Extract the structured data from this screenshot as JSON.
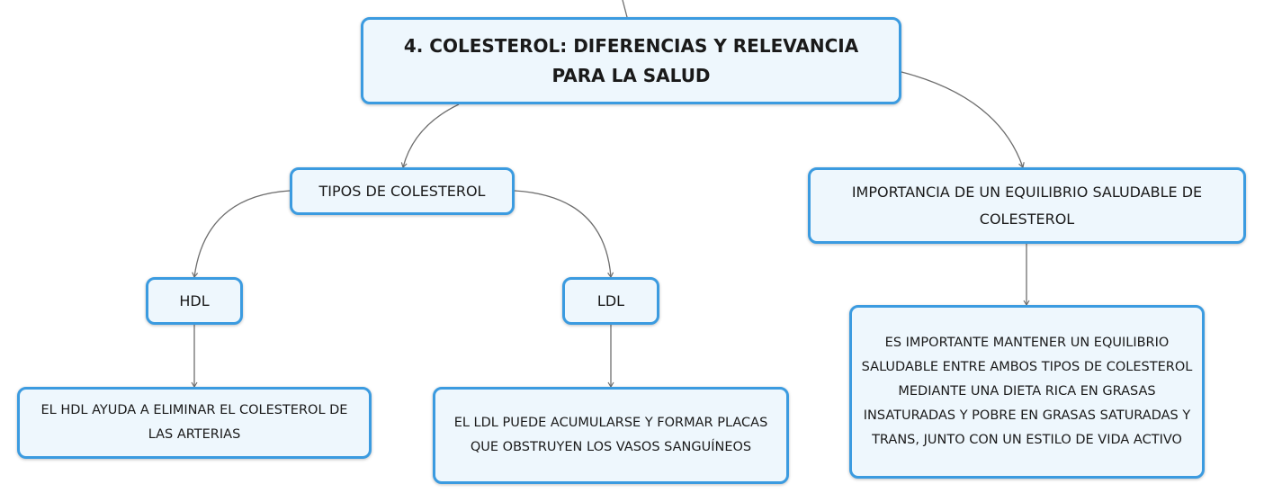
{
  "diagram": {
    "root": {
      "title": "4. COLESTEROL: DIFERENCIAS Y RELEVANCIA PARA LA SALUD"
    },
    "branches": [
      {
        "label": "TIPOS DE COLESTEROL",
        "children": [
          {
            "label": "HDL",
            "description": "EL HDL AYUDA A ELIMINAR EL COLESTEROL DE LAS ARTERIAS"
          },
          {
            "label": "LDL",
            "description": "EL LDL PUEDE ACUMULARSE Y FORMAR PLACAS QUE OBSTRUYEN LOS VASOS SANGUÍNEOS"
          }
        ]
      },
      {
        "label": "IMPORTANCIA DE UN EQUILIBRIO SALUDABLE DE COLESTEROL",
        "description": "ES IMPORTANTE MANTENER UN EQUILIBRIO SALUDABLE ENTRE AMBOS TIPOS DE COLESTEROL MEDIANTE UNA DIETA RICA EN GRASAS INSATURADAS Y POBRE EN GRASAS SATURADAS Y TRANS, JUNTO CON UN ESTILO DE VIDA ACTIVO"
      }
    ],
    "colors": {
      "node_border": "#3b9be0",
      "node_fill": "#eef7fd",
      "connector": "#6e6e6e",
      "text": "#1a1a1a"
    }
  }
}
